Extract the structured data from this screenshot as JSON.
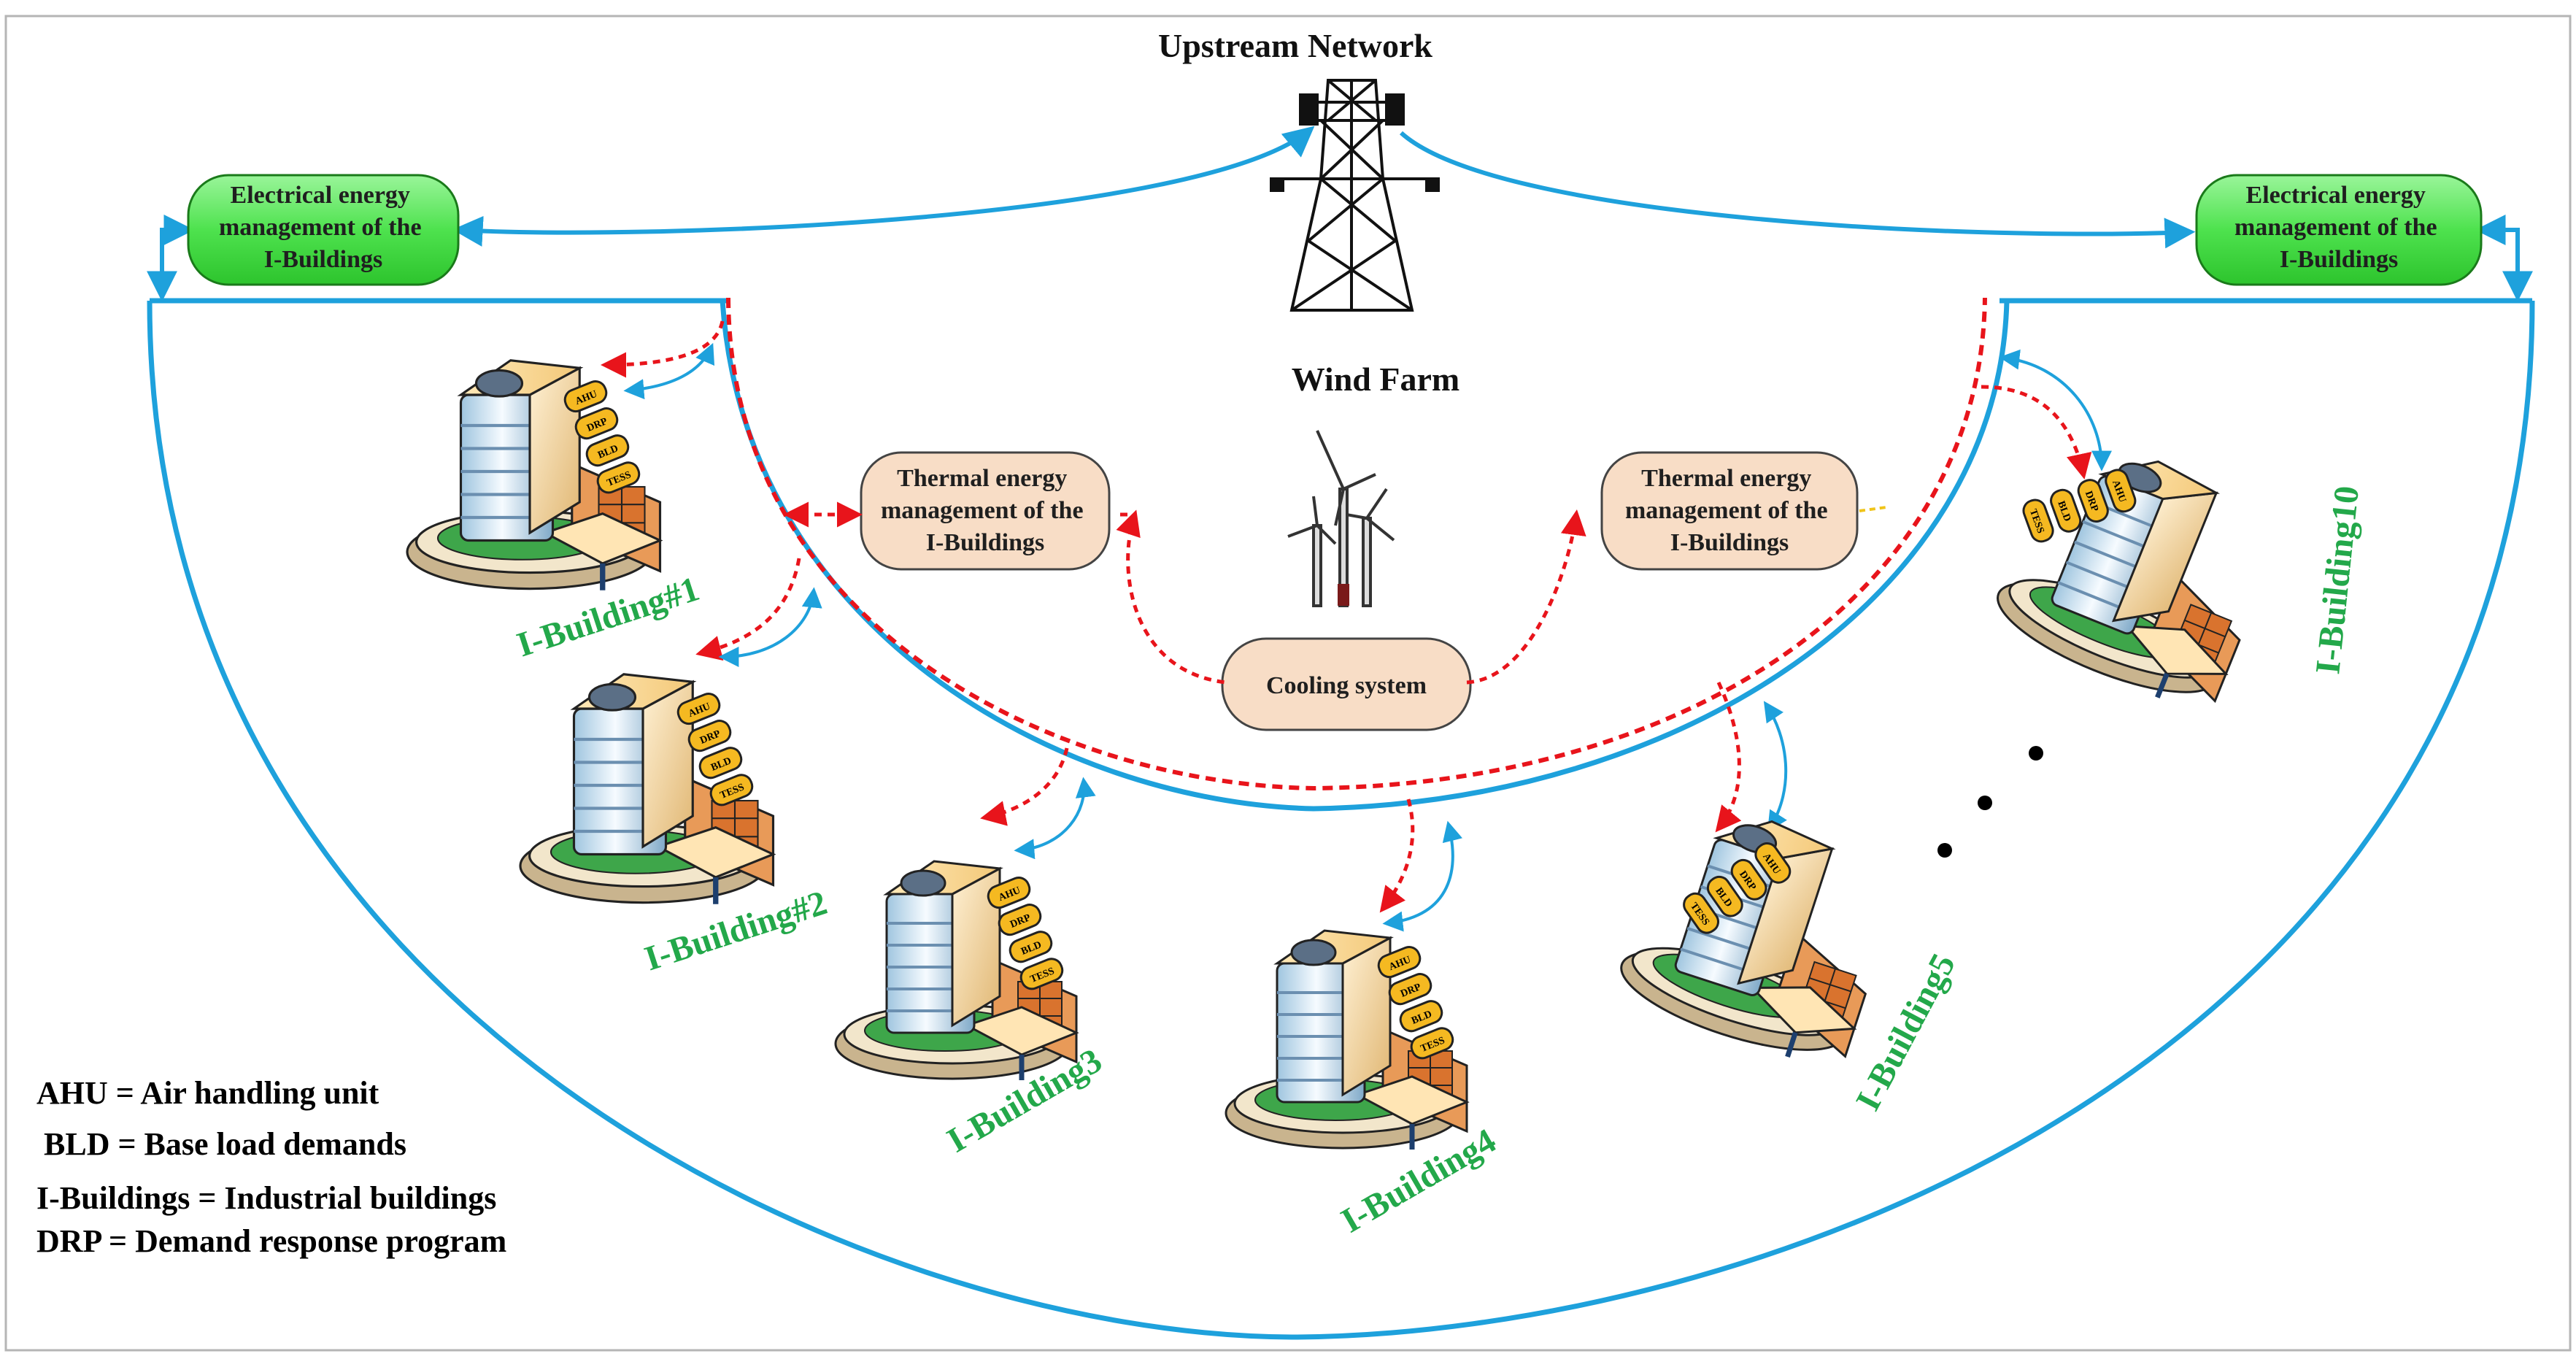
{
  "header": {
    "upstream_title": "Upstream Network",
    "wind_title": "Wind Farm"
  },
  "electrical_boxes": [
    {
      "lines": [
        "Electrical energy",
        "management of the",
        "I-Buildings"
      ]
    },
    {
      "lines": [
        "Electrical energy",
        "management of the",
        "I-Buildings"
      ]
    }
  ],
  "thermal_boxes": [
    {
      "lines": [
        "Thermal energy",
        "management of the",
        "I-Buildings"
      ]
    },
    {
      "lines": [
        "Thermal energy",
        "management of the",
        "I-Buildings"
      ]
    }
  ],
  "cooling": {
    "label": "Cooling system"
  },
  "building_tags": [
    "AHU",
    "DRP",
    "BLD",
    "TESS"
  ],
  "buildings": [
    {
      "label": "I-Building#1"
    },
    {
      "label": "I-Building#2"
    },
    {
      "label": "I-Building3"
    },
    {
      "label": "I-Building4"
    },
    {
      "label": "I-Building5"
    },
    {
      "label": "I-Building10"
    }
  ],
  "legend": [
    "AHU = Air handling unit",
    "BLD = Base load demands",
    "I-Buildings = Industrial buildings",
    "DRP = Demand response program"
  ],
  "colors": {
    "blue_line": "#1ea1dc",
    "red_dash": "#e8141b",
    "green_box": "#4ee24e",
    "thermal_fill": "#f8ddc6",
    "label_green": "#23a84a"
  }
}
